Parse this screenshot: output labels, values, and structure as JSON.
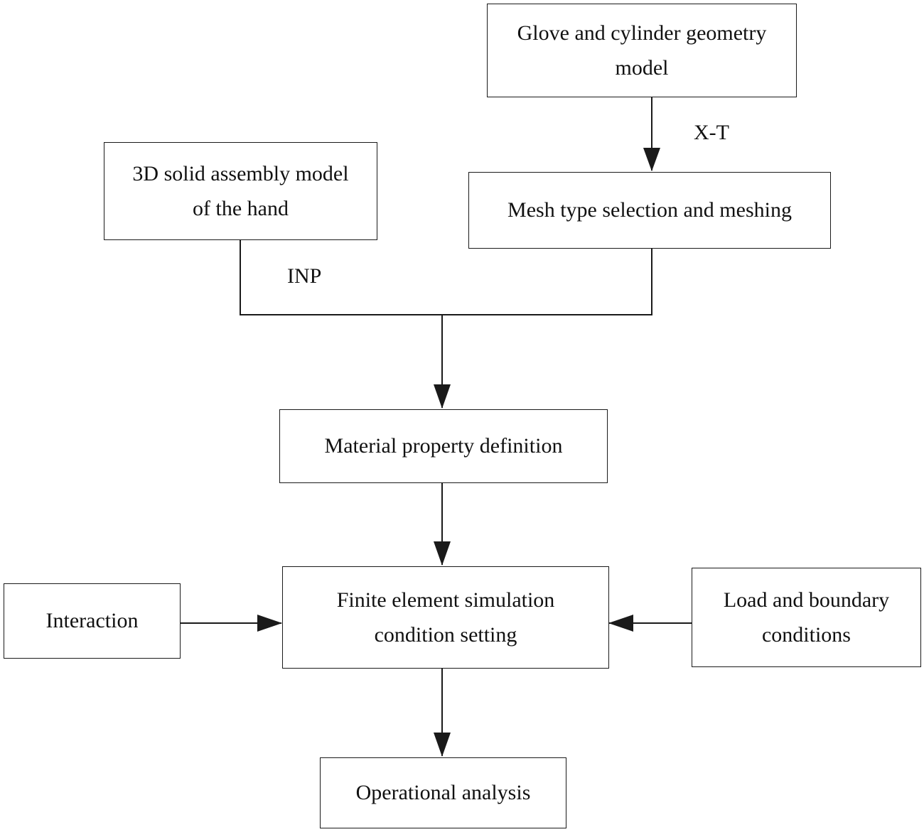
{
  "nodes": {
    "glove_model": {
      "line1": "Glove and cylinder geometry",
      "line2": "model"
    },
    "hand_model": {
      "line1": "3D solid assembly model",
      "line2": "of the hand"
    },
    "mesh": {
      "label": "Mesh type selection and meshing"
    },
    "material": {
      "label": "Material property definition"
    },
    "fe_setting": {
      "line1": "Finite element simulation",
      "line2": "condition setting"
    },
    "interaction": {
      "label": "Interaction"
    },
    "load": {
      "line1": "Load and boundary",
      "line2": "conditions"
    },
    "analysis": {
      "label": "Operational analysis"
    }
  },
  "edge_labels": {
    "xt": "X-T",
    "inp": "INP"
  },
  "colors": {
    "line": "#1a1a1a",
    "background": "#ffffff"
  }
}
